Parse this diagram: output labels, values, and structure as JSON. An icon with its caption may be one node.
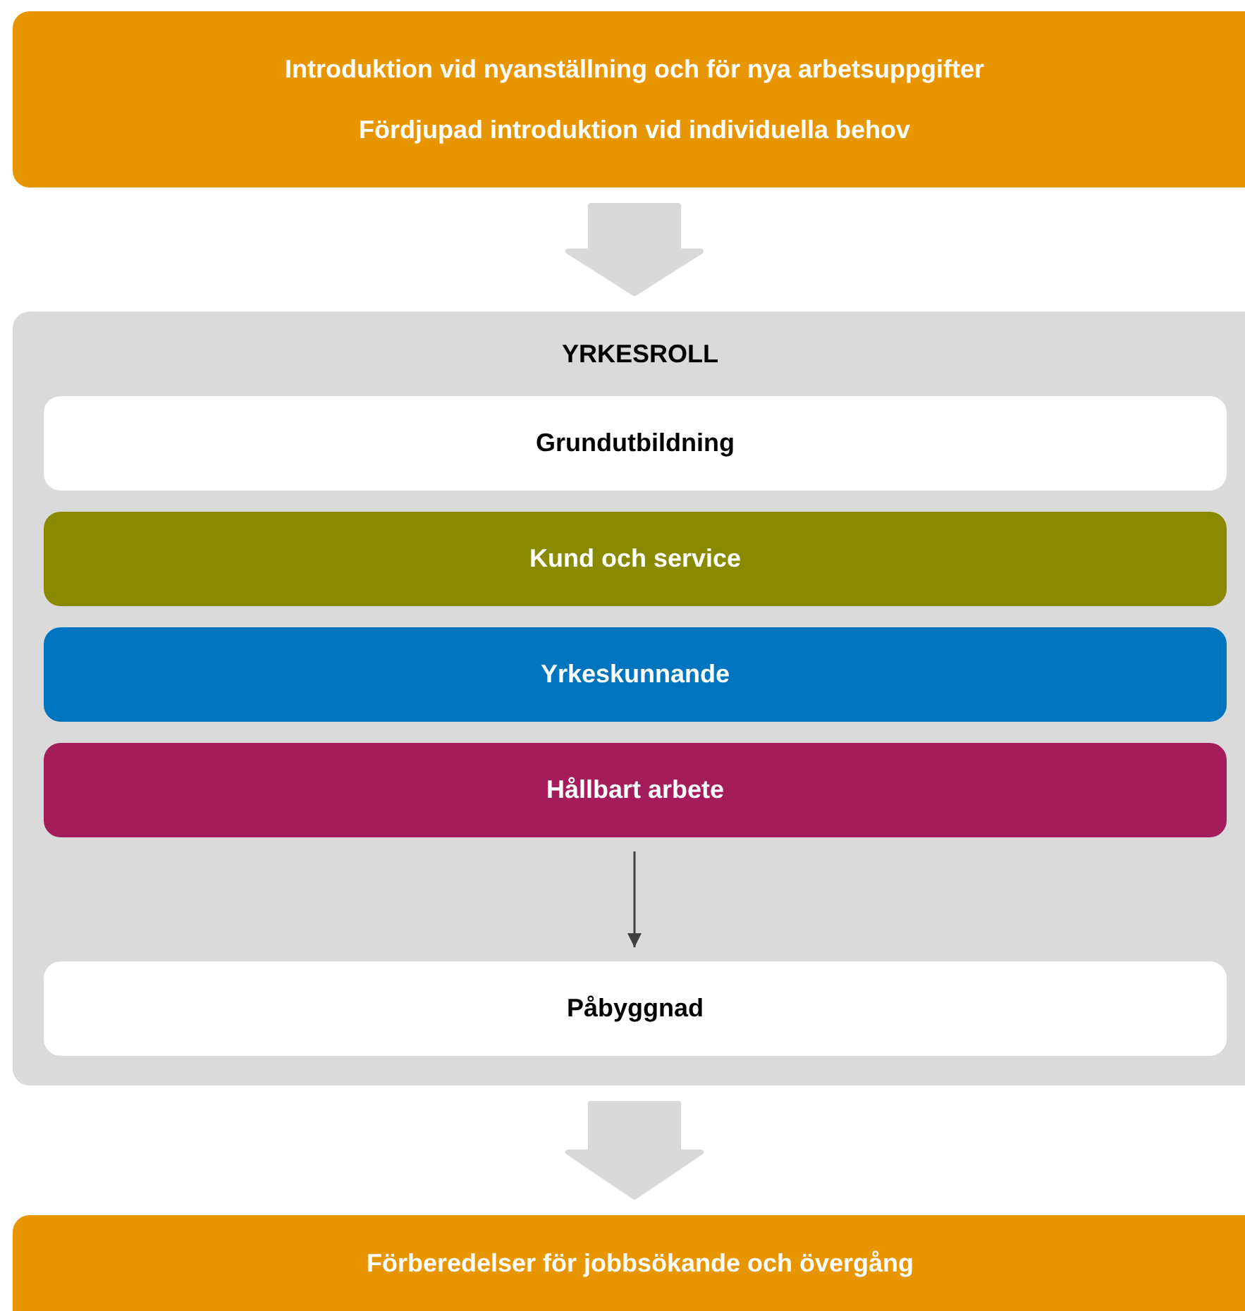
{
  "diagram": {
    "nodes": [
      {
        "text": [
          "Introduktion vid nyanställning och för nya arbetsuppgifter",
          "Fördjupad introduktion vid individuella behov"
        ]
      },
      {
        "text": [
          "YRKESROLL"
        ]
      },
      {
        "text": [
          "Grundutbildning"
        ],
        "in": 1
      },
      {
        "text": [
          "Kund och service"
        ],
        "in": 1
      },
      {
        "text": [
          "Yrkeskunnande"
        ],
        "in": 1
      },
      {
        "text": [
          "Hållbart arbete"
        ],
        "in": 1
      },
      {
        "text": [
          "Påbyggnad"
        ],
        "in": 1
      },
      {
        "text": [
          "Förberedelser för jobbsökande och övergång"
        ]
      }
    ],
    "edges": [
      {
        "from": 0,
        "to": 1,
        "arrow": "to",
        "style": "thick"
      },
      {
        "from": 5,
        "to": 6,
        "arrow": "to",
        "color": "#3f3f3f"
      },
      {
        "from": 1,
        "to": 7,
        "arrow": "to",
        "style": "thick"
      }
    ]
  }
}
